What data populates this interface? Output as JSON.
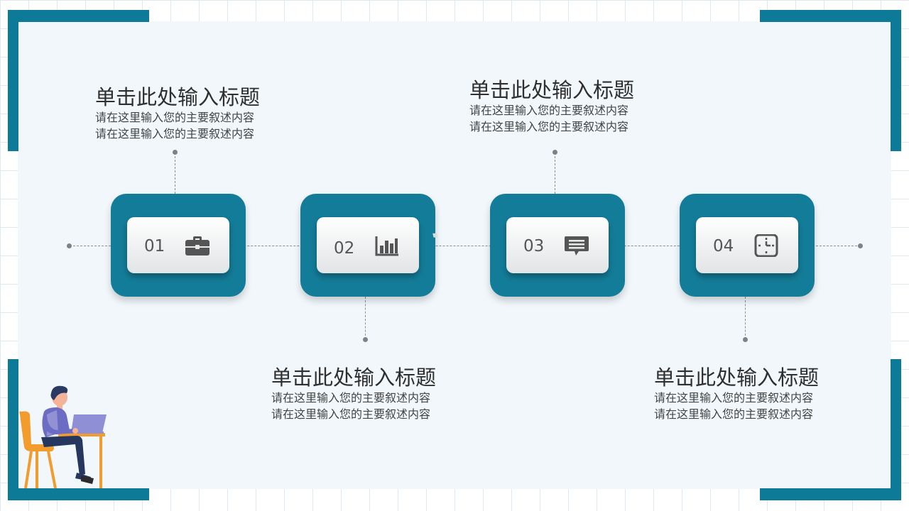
{
  "theme": {
    "accent": "#0d7a97",
    "panel_bg": "#f1f7fb",
    "grid_line": "#dfe9f1"
  },
  "steps": [
    {
      "number": "01",
      "icon": "briefcase-icon",
      "title": "单击此处输入标题",
      "desc": [
        "请在这里输入您的主要叙述内容",
        "请在这里输入您的主要叙述内容"
      ]
    },
    {
      "number": "02",
      "icon": "bar-chart-icon",
      "title": "单击此处输入标题",
      "desc": [
        "请在这里输入您的主要叙述内容",
        "请在这里输入您的主要叙述内容"
      ]
    },
    {
      "number": "03",
      "icon": "chat-bubble-icon",
      "title": "单击此处输入标题",
      "desc": [
        "请在这里输入您的主要叙述内容",
        "请在这里输入您的主要叙述内容"
      ]
    },
    {
      "number": "04",
      "icon": "clock-icon",
      "title": "单击此处输入标题",
      "desc": [
        "请在这里输入您的主要叙述内容",
        "请在这里输入您的主要叙述内容"
      ]
    }
  ]
}
